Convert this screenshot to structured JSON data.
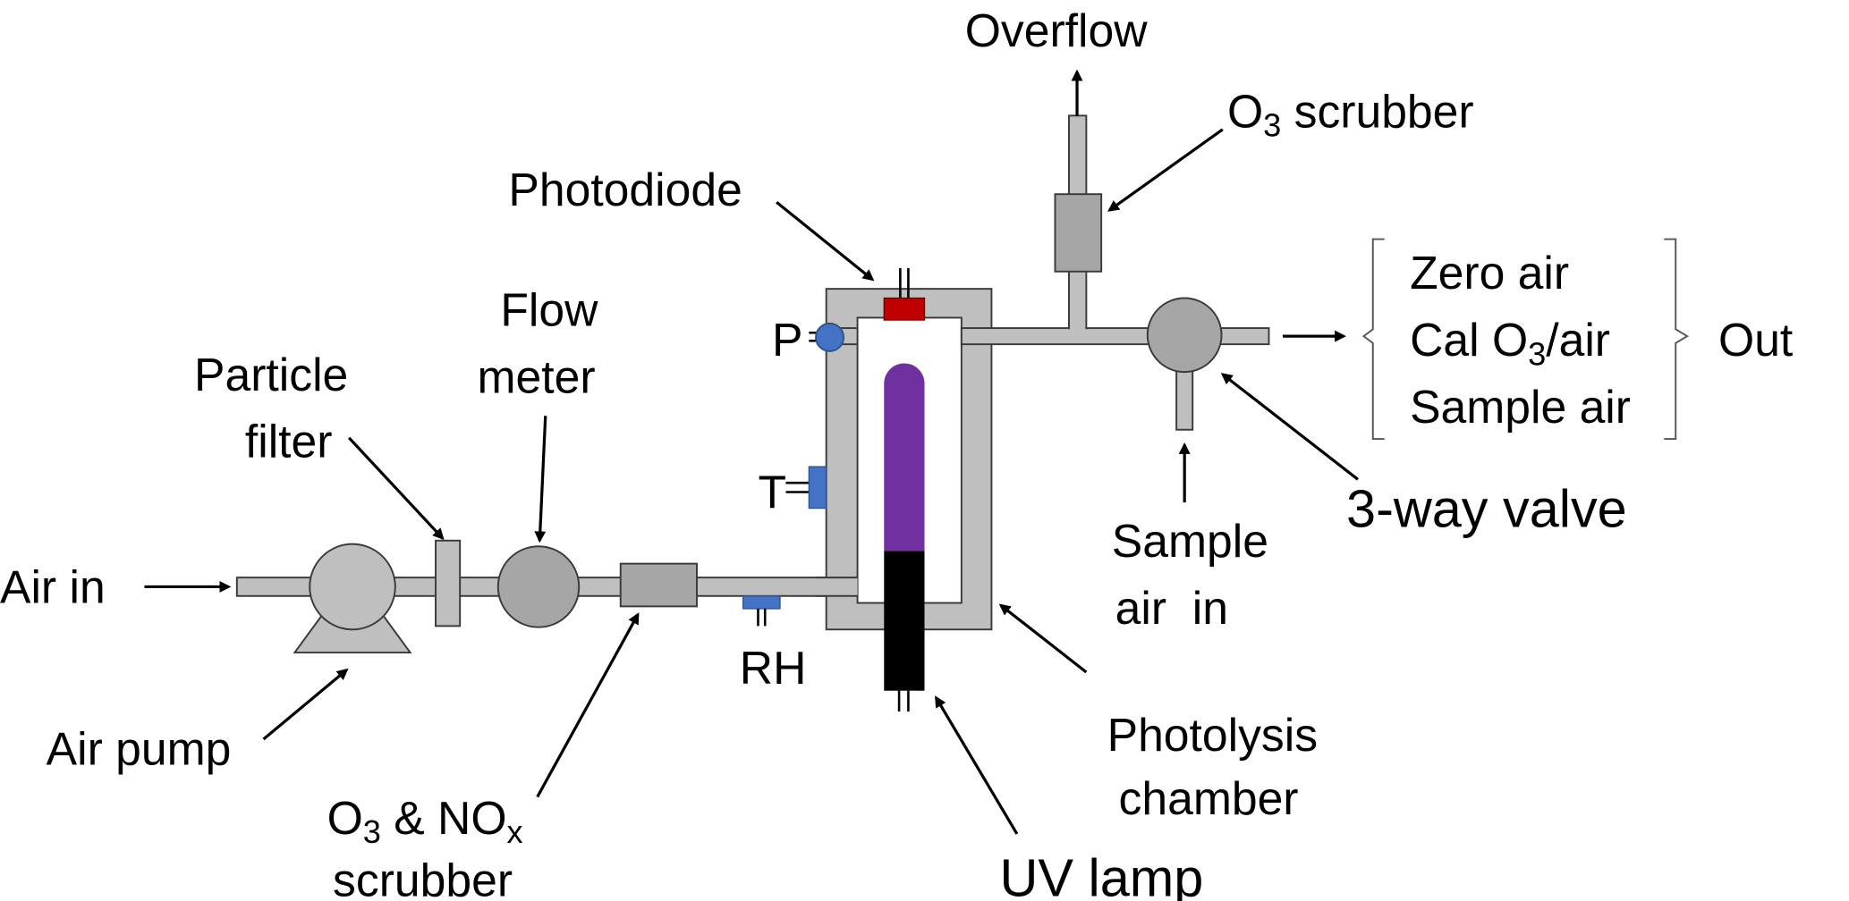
{
  "labels": {
    "air_in": "Air in",
    "air_pump": "Air pump",
    "particle_filter": [
      "Particle",
      "filter"
    ],
    "flow_meter": [
      "Flow",
      "meter"
    ],
    "o3_nox_scrubber": {
      "o": "O",
      "sub3": "3",
      "amp": " & NO",
      "subx": "x",
      "line2": "scrubber"
    },
    "rh": "RH",
    "p": "P",
    "t": "T",
    "photodiode": "Photodiode",
    "uv_lamp": "UV lamp",
    "photolysis_chamber": [
      "Photolysis",
      "chamber"
    ],
    "overflow": "Overflow",
    "o3_scrubber": {
      "o": "O",
      "sub": "3",
      "rest": " scrubber"
    },
    "sample_air_in": [
      "Sample",
      "air  in"
    ],
    "three_way_valve": "3-way valve",
    "outputs": {
      "zero_air": "Zero air",
      "cal": {
        "pre": "Cal O",
        "sub": "3",
        "post": "/air"
      },
      "sample_air": "Sample air"
    },
    "out": "Out"
  },
  "colors": {
    "pipe": "#bfbfbf",
    "component_dark": "#a6a6a6",
    "sensor_blue": "#4472c4",
    "photodiode_red": "#c00000",
    "uv_lamp_purple": "#7030a0",
    "lamp_base": "#000000"
  }
}
